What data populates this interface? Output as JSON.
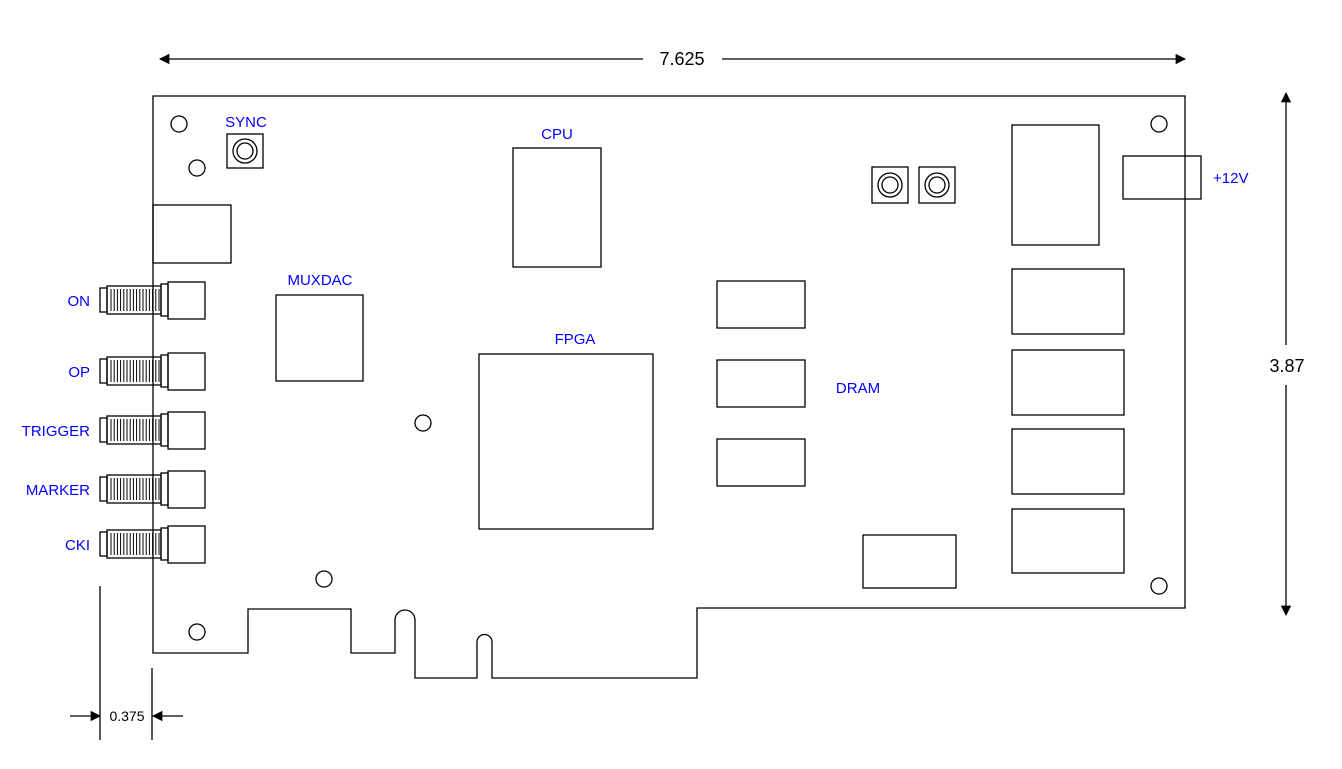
{
  "dimensions": {
    "width": "7.625",
    "height": "3.87",
    "offset": "0.375"
  },
  "labels": {
    "sync": "SYNC",
    "cpu": "CPU",
    "muxdac": "MUXDAC",
    "fpga": "FPGA",
    "dram": "DRAM",
    "power": "+12V"
  },
  "connectors": [
    "ON",
    "OP",
    "TRIGGER",
    "MARKER",
    "CKI"
  ]
}
